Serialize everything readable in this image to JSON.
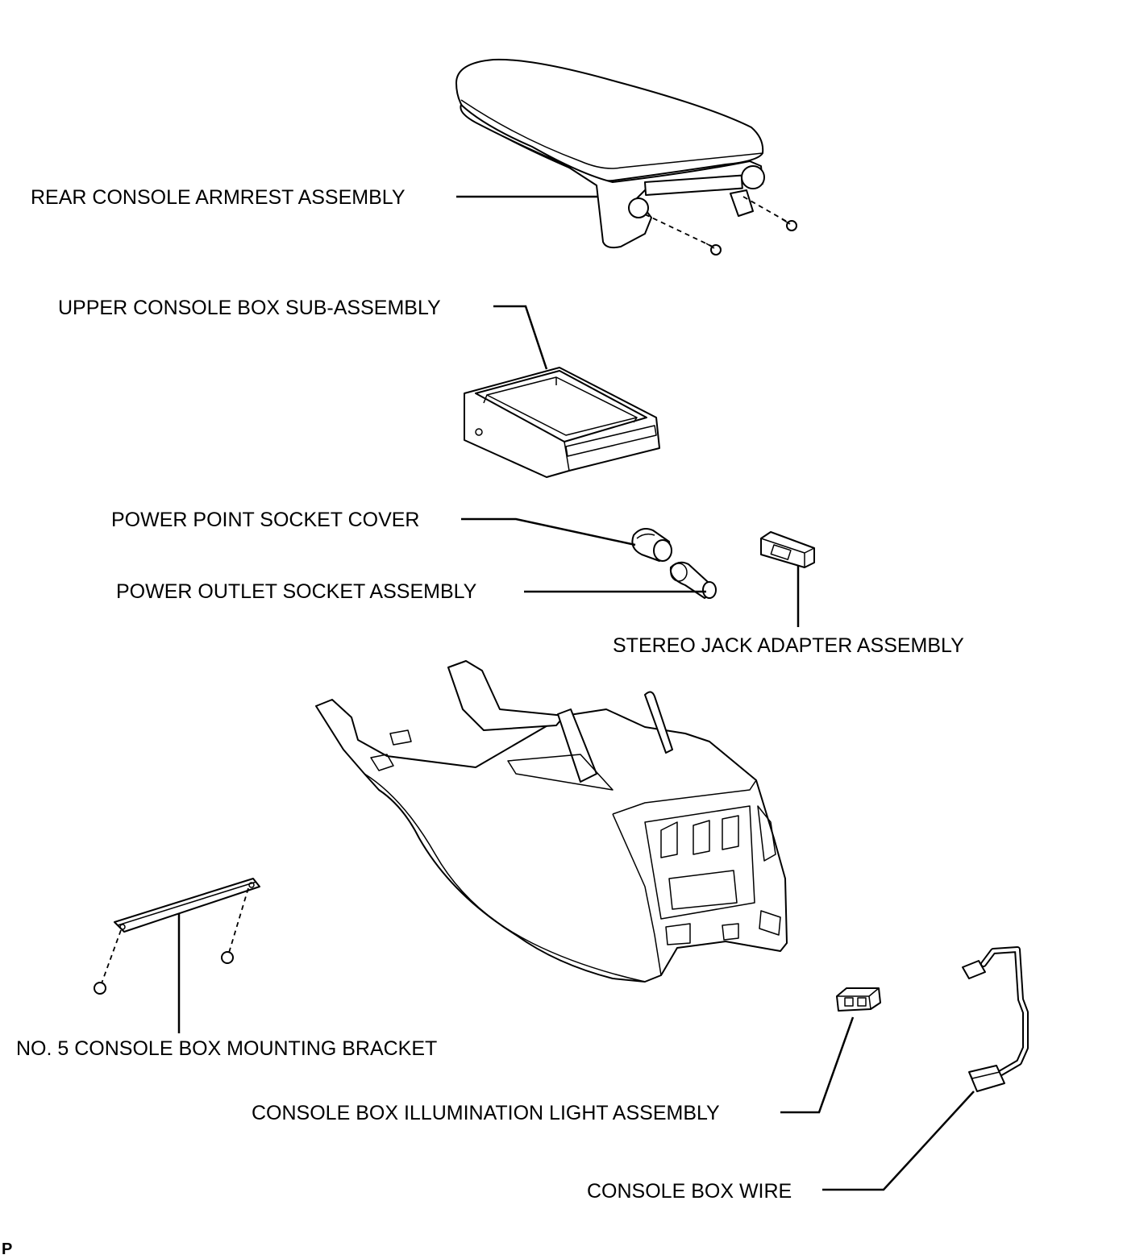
{
  "labels": {
    "armrest": "REAR CONSOLE ARMREST ASSEMBLY",
    "upper_box": "UPPER CONSOLE BOX SUB-ASSEMBLY",
    "socket_cover": "POWER POINT SOCKET COVER",
    "outlet_socket": "POWER OUTLET SOCKET ASSEMBLY",
    "stereo_jack": "STEREO JACK ADAPTER ASSEMBLY",
    "bracket": "NO. 5 CONSOLE BOX MOUNTING BRACKET",
    "illumination": "CONSOLE BOX ILLUMINATION LIGHT ASSEMBLY",
    "wire": "CONSOLE BOX WIRE"
  },
  "corner_mark": "P",
  "colors": {
    "line": "#000000",
    "background": "#ffffff"
  }
}
